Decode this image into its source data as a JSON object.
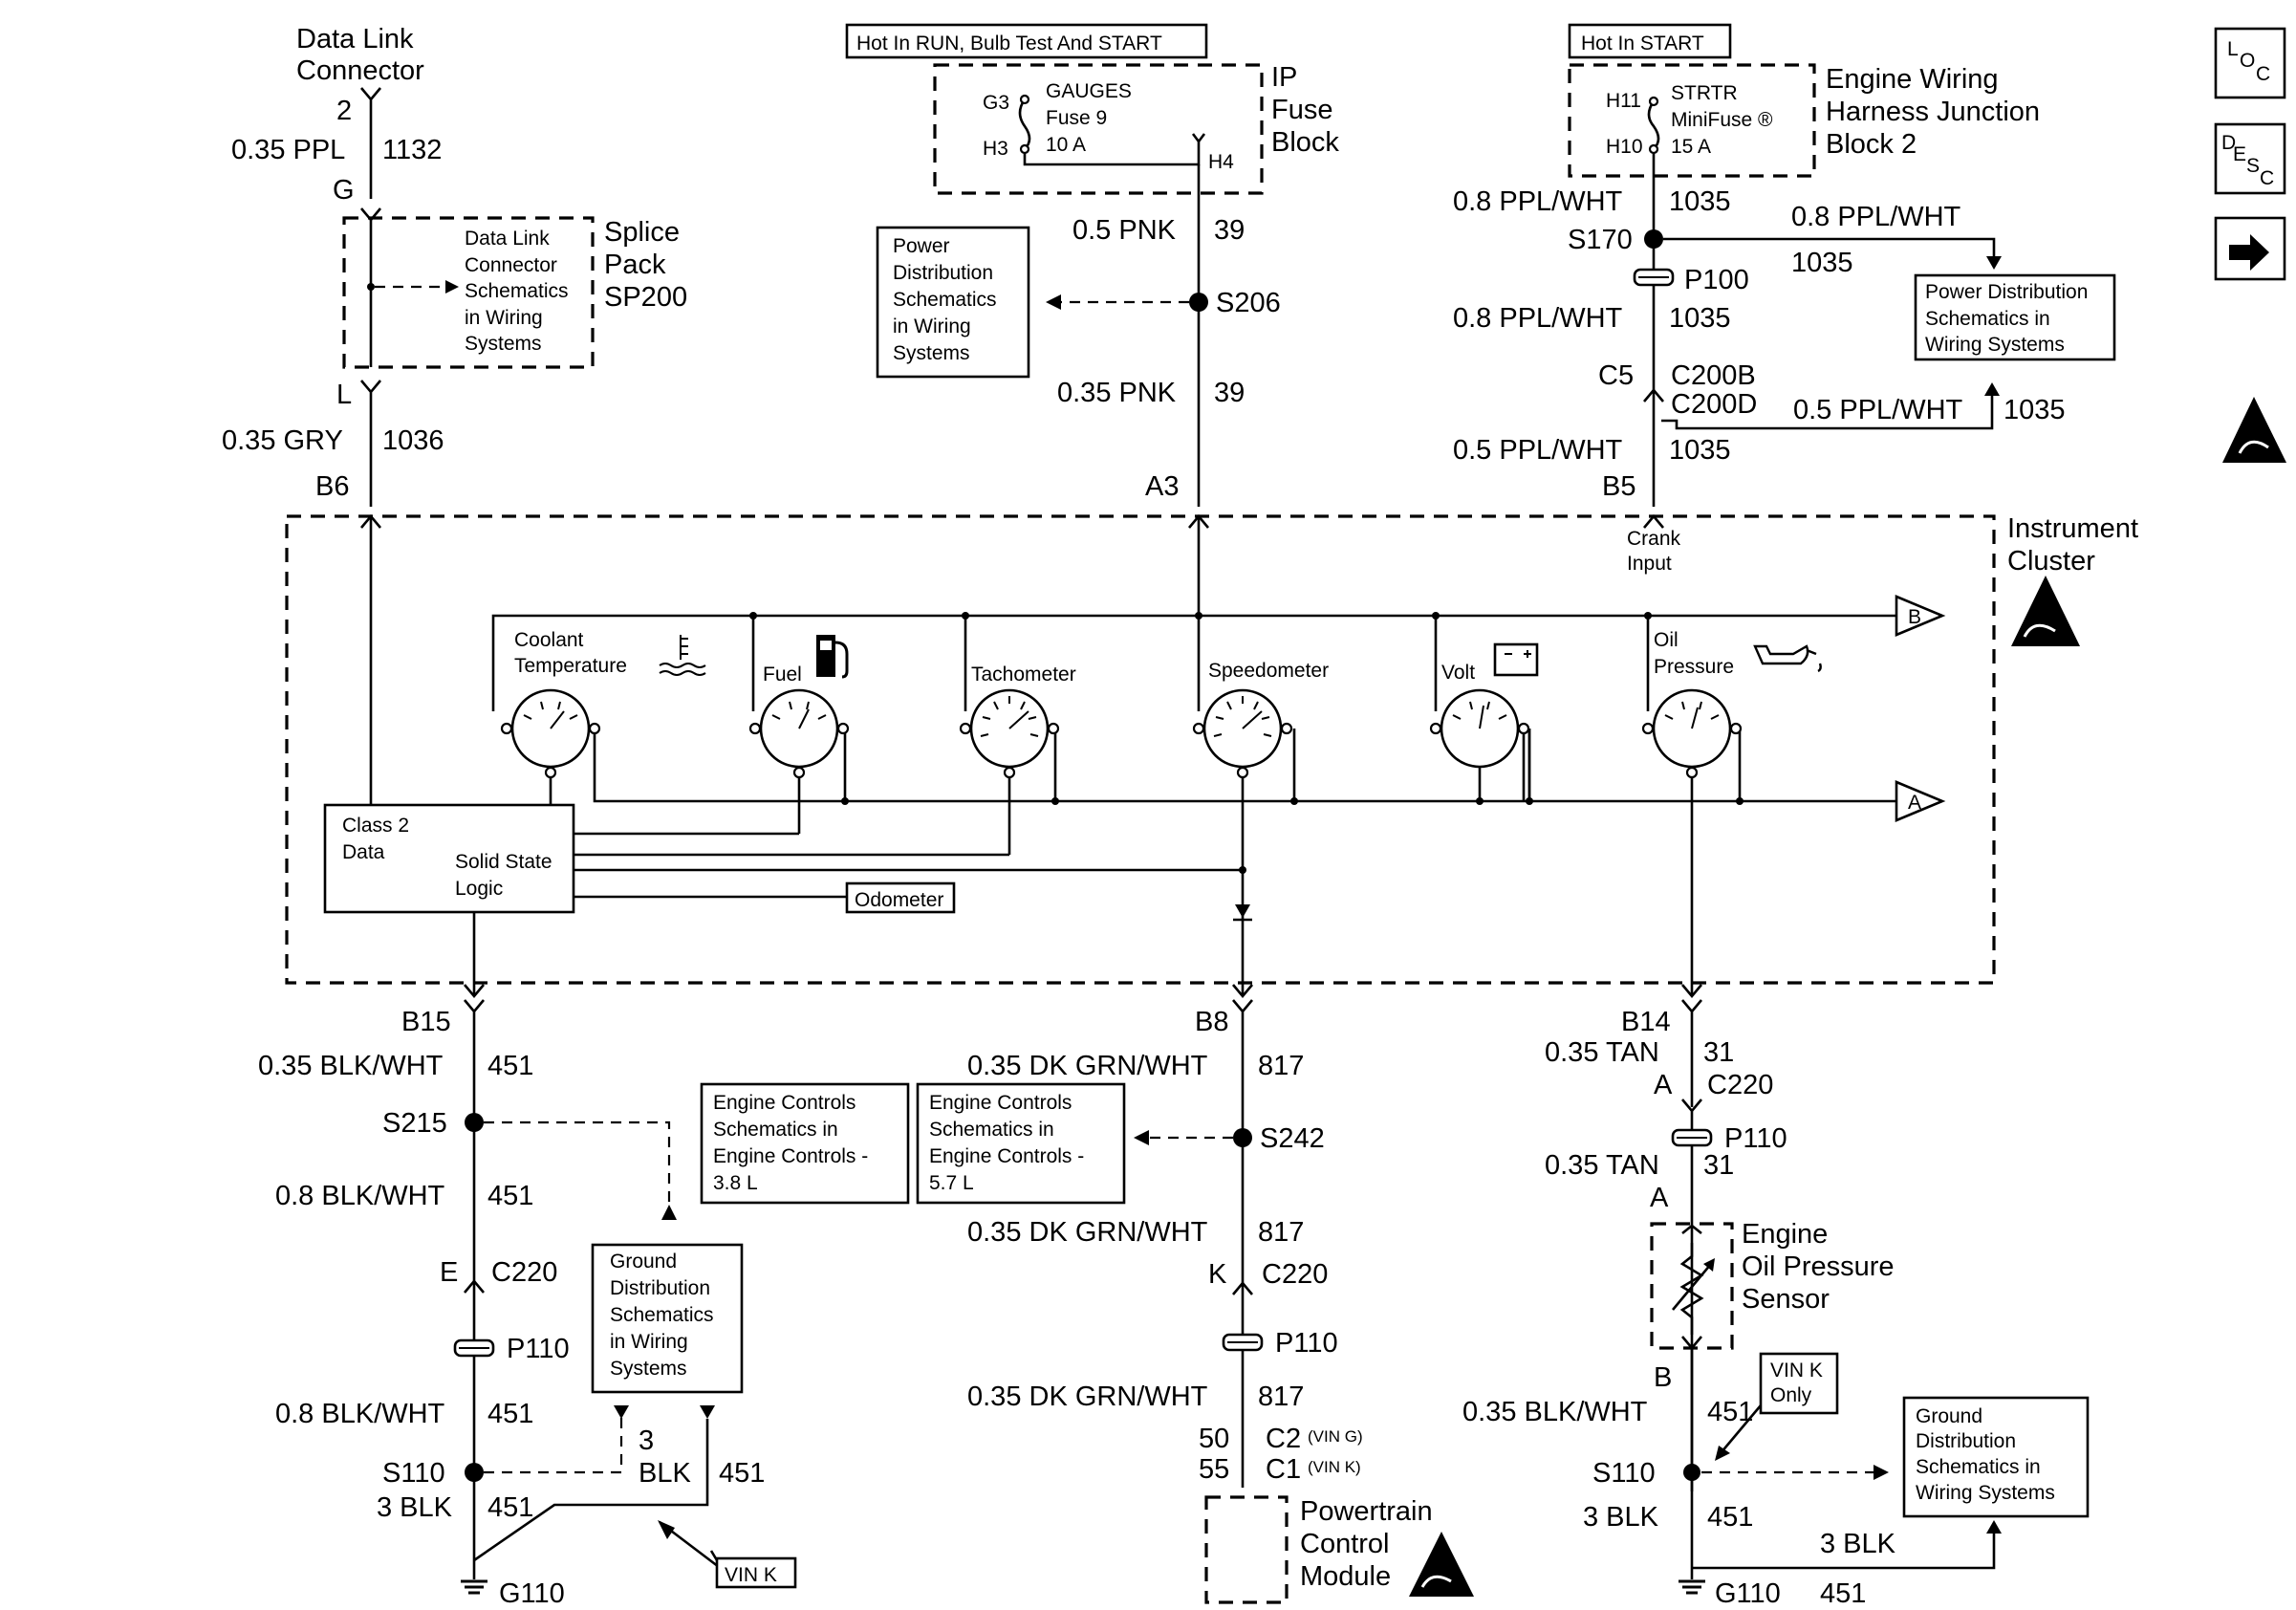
{
  "page": {
    "loc_icon": "loc-icon",
    "desc_icon": "desc-icon",
    "next_icon": "right-arrow-icon",
    "esd_icon": "esd-sensitive-icon"
  },
  "top_left": {
    "title_line1": "Data Link",
    "title_line2": "Connector",
    "pin_top": "2",
    "wire_top": "0.35 PPL",
    "circuit_top": "1132",
    "pin_g": "G",
    "splice_line1": "Splice",
    "splice_line2": "Pack",
    "splice_line3": "SP200",
    "ref_line1": "Data Link",
    "ref_line2": "Connector",
    "ref_line3": "Schematics",
    "ref_line4": "in Wiring",
    "ref_line5": "Systems",
    "pin_l": "L",
    "wire_mid": "0.35 GRY",
    "circuit_mid": "1036",
    "pin_b6": "B6"
  },
  "top_center": {
    "hot_label": "Hot In RUN, Bulb Test And START",
    "fuse_block_line1": "IP",
    "fuse_block_line2": "Fuse",
    "fuse_block_line3": "Block",
    "fuse_pin_g3": "G3",
    "fuse_pin_h3": "H3",
    "fuse_pin_h4": "H4",
    "fuse_name": "GAUGES",
    "fuse_number": "Fuse 9",
    "fuse_rating": "10 A",
    "wire_top": "0.5 PNK",
    "circuit_top": "39",
    "splice": "S206",
    "ref_line1": "Power",
    "ref_line2": "Distribution",
    "ref_line3": "Schematics",
    "ref_line4": "in Wiring",
    "ref_line5": "Systems",
    "wire_bottom": "0.35 PNK",
    "circuit_bottom": "39",
    "pin_a3": "A3"
  },
  "top_right": {
    "hot_label": "Hot In START",
    "block_line1": "Engine Wiring",
    "block_line2": "Harness Junction",
    "block_line3": "Block 2",
    "pin_h11": "H11",
    "pin_h10": "H10",
    "fuse_name": "STRTR",
    "fuse_type": "MiniFuse ®",
    "fuse_rating": "15 A",
    "wire1": "0.8 PPL/WHT",
    "circuit1": "1035",
    "splice": "S170",
    "branch_wire": "0.8 PPL/WHT",
    "branch_circuit": "1035",
    "ref_line1": "Power Distribution",
    "ref_line2": "Schematics in",
    "ref_line3": "Wiring Systems",
    "pass_through": "P100",
    "wire2": "0.8 PPL/WHT",
    "circuit2": "1035",
    "conn_pin": "C5",
    "conn1": "C200B",
    "conn2": "C200D",
    "loop_wire": "0.5 PPL/WHT",
    "loop_circuit": "1035",
    "wire3": "0.5 PPL/WHT",
    "circuit3": "1035",
    "pin_b5": "B5"
  },
  "cluster": {
    "title_line1": "Instrument",
    "title_line2": "Cluster",
    "crank_line1": "Crank",
    "crank_line2": "Input",
    "gauge_coolant_line1": "Coolant",
    "gauge_coolant_line2": "Temperature",
    "gauge_fuel": "Fuel",
    "gauge_tach": "Tachometer",
    "gauge_speedo": "Speedometer",
    "gauge_volt": "Volt",
    "gauge_oil_line1": "Oil",
    "gauge_oil_line2": "Pressure",
    "bus_b": "B",
    "bus_a": "A",
    "logic_line1": "Class 2",
    "logic_line2": "Data",
    "logic_line3": "Solid State",
    "logic_line4": "Logic",
    "odometer": "Odometer"
  },
  "bottom_left": {
    "pin_b15": "B15",
    "wire1": "0.35 BLK/WHT",
    "circuit1": "451",
    "splice1": "S215",
    "wire2": "0.8 BLK/WHT",
    "circuit2": "451",
    "conn_pin": "E",
    "conn": "C220",
    "pass_through": "P110",
    "wire3": "0.8 BLK/WHT",
    "circuit3": "451",
    "splice2": "S110",
    "wire4": "3 BLK",
    "circuit4": "451",
    "ground": "G110",
    "ref_line1": "Ground",
    "ref_line2": "Distribution",
    "ref_line3": "Schematics",
    "ref_line4": "in Wiring",
    "ref_line5": "Systems",
    "side_wire_num": "3",
    "side_wire_color": "BLK",
    "side_circuit": "451",
    "vin_label": "VIN K"
  },
  "bottom_center": {
    "pin_b8": "B8",
    "wire1": "0.35 DK GRN/WHT",
    "circuit1": "817",
    "ref38_line1": "Engine Controls",
    "ref38_line2": "Schematics in",
    "ref38_line3": "Engine Controls -",
    "ref38_line4": "3.8 L",
    "ref57_line1": "Engine Controls",
    "ref57_line2": "Schematics in",
    "ref57_line3": "Engine Controls -",
    "ref57_line4": "5.7 L",
    "splice": "S242",
    "wire2": "0.35 DK GRN/WHT",
    "circuit2": "817",
    "conn_pin": "K",
    "conn": "C220",
    "pass_through": "P110",
    "wire3": "0.35 DK GRN/WHT",
    "circuit3": "817",
    "pcm_pin1": "50",
    "pcm_pin2": "55",
    "pcm_conn1": "C2",
    "pcm_conn1_note": "(VIN G)",
    "pcm_conn2": "C1",
    "pcm_conn2_note": "(VIN K)",
    "pcm_line1": "Powertrain",
    "pcm_line2": "Control",
    "pcm_line3": "Module"
  },
  "bottom_right": {
    "pin_b14": "B14",
    "wire1": "0.35 TAN",
    "circuit1": "31",
    "conn_pin": "A",
    "conn": "C220",
    "pass_through": "P110",
    "wire2": "0.35 TAN",
    "circuit2": "31",
    "sensor_pin_a": "A",
    "sensor_line1": "Engine",
    "sensor_line2": "Oil Pressure",
    "sensor_line3": "Sensor",
    "sensor_pin_b": "B",
    "wire3": "0.35 BLK/WHT",
    "circuit3": "451",
    "vin_line1": "VIN K",
    "vin_line2": "Only",
    "splice": "S110",
    "ref_line1": "Ground",
    "ref_line2": "Distribution",
    "ref_line3": "Schematics in",
    "ref_line4": "Wiring Systems",
    "wire4": "3 BLK",
    "circuit4": "451",
    "ground": "G110",
    "side_wire": "3 BLK",
    "side_circuit": "451"
  }
}
